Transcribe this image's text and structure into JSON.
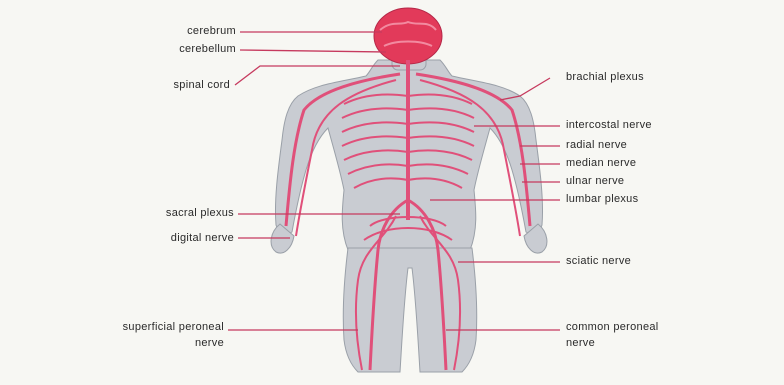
{
  "diagram": {
    "labels": {
      "cerebrum": "cerebrum",
      "cerebellum": "cerebellum",
      "spinal_cord": "spinal cord",
      "sacral_plexus": "sacral plexus",
      "digital_nerve": "digital nerve",
      "superficial_peroneal_1": "superficial peroneal",
      "superficial_peroneal_2": "nerve",
      "brachial_plexus": "brachial plexus",
      "intercostal_nerve": "intercostal nerve",
      "radial_nerve": "radial nerve",
      "median_nerve": "median nerve",
      "ulnar_nerve": "ulnar nerve",
      "lumbar_plexus": "lumbar plexus",
      "sciatic_nerve": "sciatic nerve",
      "common_peroneal_1": "common peroneal",
      "common_peroneal_2": "nerve"
    },
    "colors": {
      "body": "#c9ccd2",
      "nerve": "#e0507a",
      "brain": "#e23a5a",
      "leader": "#c63a5e",
      "background": "#f7f7f3"
    }
  }
}
